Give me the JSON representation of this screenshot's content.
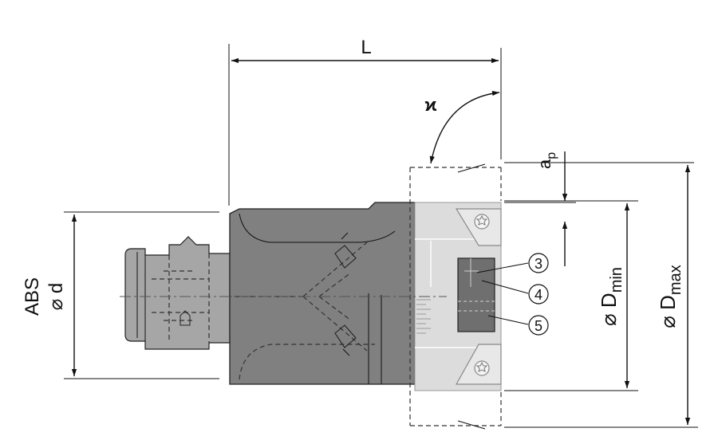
{
  "labels": {
    "length": "L",
    "angle": "ϰ",
    "depth_main": "a",
    "depth_sub": "p",
    "interface_line1": "ABS",
    "interface_line2": "⌀ d",
    "dmin_main": "⌀ D",
    "dmin_sub": "min",
    "dmax_main": "⌀ D",
    "dmax_sub": "max"
  },
  "callouts": [
    "3",
    "4",
    "5"
  ],
  "colors": {
    "body_dark": "#808080",
    "shank": "#a6a6a6",
    "insert_light": "#dcdcdc",
    "cartridge": "#6f6f6f",
    "line": "#111111"
  }
}
